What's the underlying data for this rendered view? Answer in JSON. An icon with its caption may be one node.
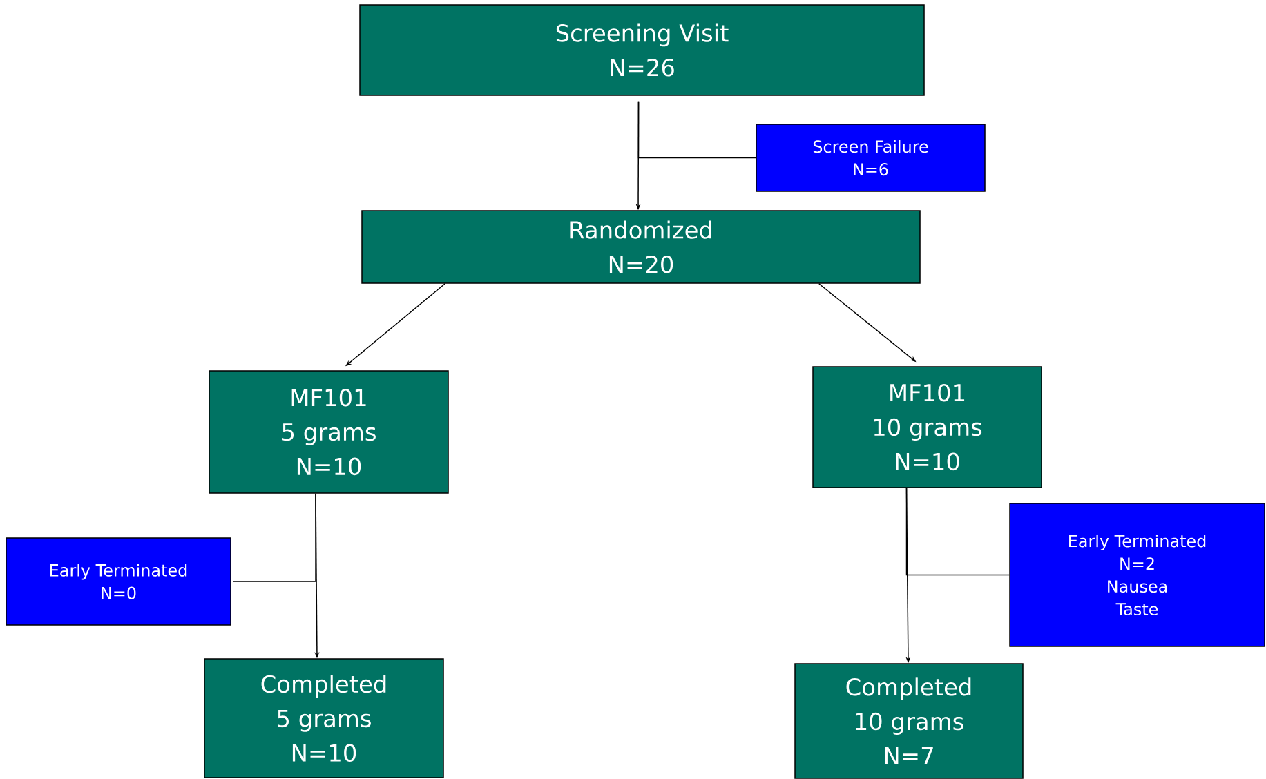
{
  "diagram": {
    "nodes": [
      {
        "text": [
          "Screening Visit",
          "N=26"
        ]
      },
      {
        "text": [
          "Screen Failure",
          "N=6"
        ]
      },
      {
        "text": [
          "Randomized",
          "N=20"
        ]
      },
      {
        "text": [
          "MF101",
          "5 grams",
          "N=10"
        ]
      },
      {
        "text": [
          "MF101",
          "10 grams",
          "N=10"
        ]
      },
      {
        "text": [
          "Early Terminated",
          "N=0"
        ]
      },
      {
        "text": [
          "Early Terminated",
          "N=2",
          "Nausea",
          "Taste"
        ]
      },
      {
        "text": [
          "Completed",
          "5 grams",
          "N=10"
        ]
      },
      {
        "text": [
          "Completed",
          "10 grams",
          "N=7"
        ]
      }
    ],
    "edges": [
      {
        "from": 0,
        "to": 2,
        "arrow": "to"
      },
      {
        "from": 0,
        "to": 1,
        "arrow": "none"
      },
      {
        "from": 2,
        "to": 3,
        "arrow": "to"
      },
      {
        "from": 2,
        "to": 4,
        "arrow": "to"
      },
      {
        "from": 3,
        "to": 7,
        "arrow": "to"
      },
      {
        "from": 3,
        "to": 5,
        "arrow": "none"
      },
      {
        "from": 4,
        "to": 8,
        "arrow": "to"
      },
      {
        "from": 4,
        "to": 6,
        "arrow": "none"
      }
    ]
  }
}
